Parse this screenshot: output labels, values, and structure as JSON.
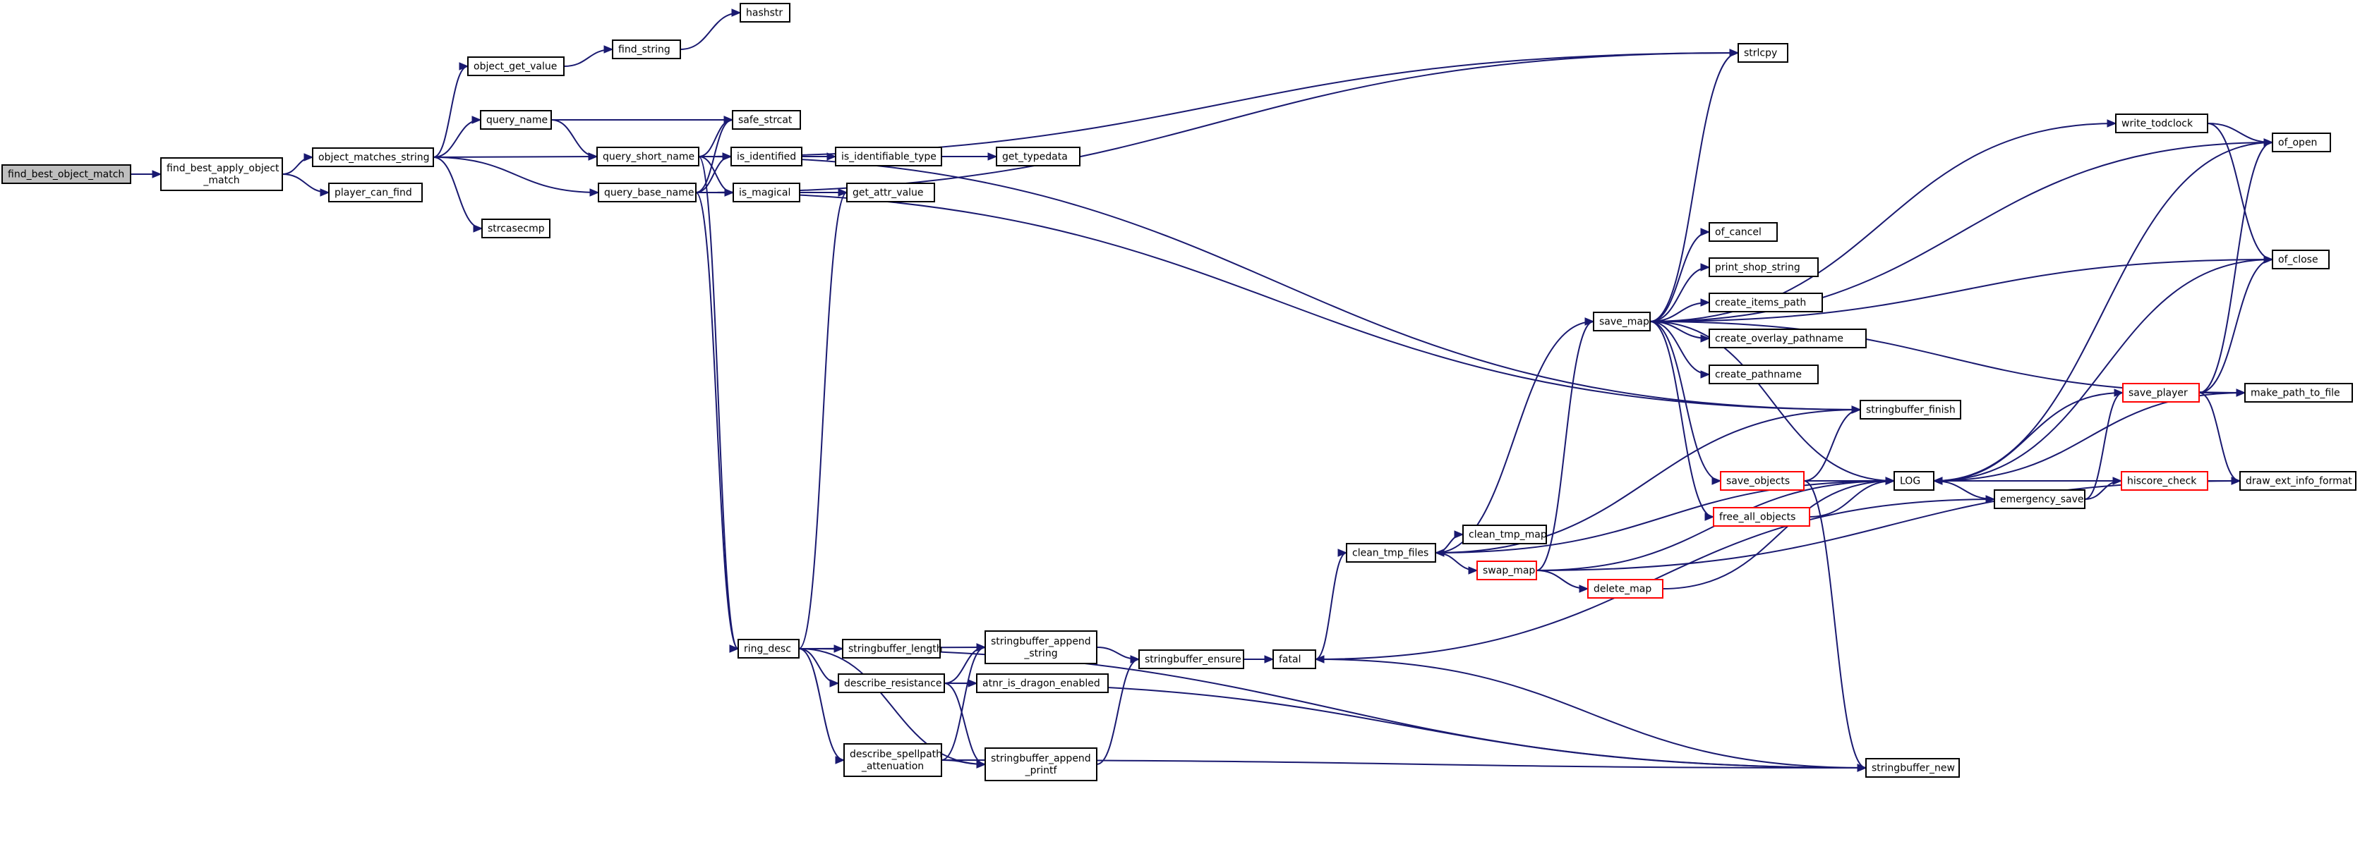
{
  "colors": {
    "edge": "#191970",
    "node_border": "#000000",
    "truncated_node_border": "#ff0000",
    "root_fill": "#bfbfbf",
    "node_fill": "#ffffff"
  },
  "nodes": [
    {
      "id": "root",
      "lines": [
        "find_best_object_match"
      ],
      "root": true
    },
    {
      "id": "fbaom",
      "lines": [
        "find_best_apply_object",
        "_match"
      ]
    },
    {
      "id": "oms",
      "lines": [
        "object_matches_string"
      ]
    },
    {
      "id": "pcf",
      "lines": [
        "player_can_find"
      ]
    },
    {
      "id": "ogv",
      "lines": [
        "object_get_value"
      ]
    },
    {
      "id": "fstr",
      "lines": [
        "find_string"
      ]
    },
    {
      "id": "hashstr",
      "lines": [
        "hashstr"
      ]
    },
    {
      "id": "qname",
      "lines": [
        "query_name"
      ]
    },
    {
      "id": "qsname",
      "lines": [
        "query_short_name"
      ]
    },
    {
      "id": "qbname",
      "lines": [
        "query_base_name"
      ]
    },
    {
      "id": "strcasecmp",
      "lines": [
        "strcasecmp"
      ]
    },
    {
      "id": "strlcpy",
      "lines": [
        "strlcpy"
      ]
    },
    {
      "id": "safestrcat",
      "lines": [
        "safe_strcat"
      ]
    },
    {
      "id": "isident",
      "lines": [
        "is_identified"
      ]
    },
    {
      "id": "isidtype",
      "lines": [
        "is_identifiable_type"
      ]
    },
    {
      "id": "gettypedata",
      "lines": [
        "get_typedata"
      ]
    },
    {
      "id": "ismagical",
      "lines": [
        "is_magical"
      ]
    },
    {
      "id": "getattr",
      "lines": [
        "get_attr_value"
      ]
    },
    {
      "id": "ringdesc",
      "lines": [
        "ring_desc"
      ]
    },
    {
      "id": "sblen",
      "lines": [
        "stringbuffer_length"
      ]
    },
    {
      "id": "sbappstr",
      "lines": [
        "stringbuffer_append",
        "_string"
      ]
    },
    {
      "id": "descres",
      "lines": [
        "describe_resistance"
      ]
    },
    {
      "id": "atnr",
      "lines": [
        "atnr_is_dragon_enabled"
      ]
    },
    {
      "id": "descsp",
      "lines": [
        "describe_spellpath",
        "_attenuation"
      ]
    },
    {
      "id": "sbappprintf",
      "lines": [
        "stringbuffer_append",
        "_printf"
      ]
    },
    {
      "id": "sbensure",
      "lines": [
        "stringbuffer_ensure"
      ]
    },
    {
      "id": "fatal",
      "lines": [
        "fatal"
      ]
    },
    {
      "id": "cleantmp",
      "lines": [
        "clean_tmp_files"
      ]
    },
    {
      "id": "cleantmpmap",
      "lines": [
        "clean_tmp_map"
      ]
    },
    {
      "id": "swapmap",
      "lines": [
        "swap_map"
      ],
      "truncated": true
    },
    {
      "id": "deletemap",
      "lines": [
        "delete_map"
      ],
      "truncated": true
    },
    {
      "id": "savemap",
      "lines": [
        "save_map"
      ]
    },
    {
      "id": "ofcancel",
      "lines": [
        "of_cancel"
      ]
    },
    {
      "id": "printshop",
      "lines": [
        "print_shop_string"
      ]
    },
    {
      "id": "createitems",
      "lines": [
        "create_items_path"
      ]
    },
    {
      "id": "createoverlay",
      "lines": [
        "create_overlay_pathname"
      ]
    },
    {
      "id": "createpath",
      "lines": [
        "create_pathname"
      ]
    },
    {
      "id": "sbfinish",
      "lines": [
        "stringbuffer_finish"
      ]
    },
    {
      "id": "saveobjects",
      "lines": [
        "save_objects"
      ],
      "truncated": true
    },
    {
      "id": "freeall",
      "lines": [
        "free_all_objects"
      ],
      "truncated": true
    },
    {
      "id": "sbnew",
      "lines": [
        "stringbuffer_new"
      ]
    },
    {
      "id": "log",
      "lines": [
        "LOG"
      ]
    },
    {
      "id": "emergency",
      "lines": [
        "emergency_save"
      ]
    },
    {
      "id": "saveplayer",
      "lines": [
        "save_player"
      ],
      "truncated": true
    },
    {
      "id": "hiscore",
      "lines": [
        "hiscore_check"
      ],
      "truncated": true
    },
    {
      "id": "drawext",
      "lines": [
        "draw_ext_info_format"
      ]
    },
    {
      "id": "makepath",
      "lines": [
        "make_path_to_file"
      ]
    },
    {
      "id": "writetod",
      "lines": [
        "write_todclock"
      ]
    },
    {
      "id": "ofopen",
      "lines": [
        "of_open"
      ]
    },
    {
      "id": "ofclose",
      "lines": [
        "of_close"
      ]
    }
  ],
  "edges": [
    {
      "from": "root",
      "to": "fbaom"
    },
    {
      "from": "fbaom",
      "to": "oms"
    },
    {
      "from": "fbaom",
      "to": "pcf"
    },
    {
      "from": "oms",
      "to": "ogv"
    },
    {
      "from": "oms",
      "to": "qname"
    },
    {
      "from": "oms",
      "to": "qsname"
    },
    {
      "from": "oms",
      "to": "qbname"
    },
    {
      "from": "oms",
      "to": "strcasecmp"
    },
    {
      "from": "ogv",
      "to": "fstr"
    },
    {
      "from": "fstr",
      "to": "hashstr"
    },
    {
      "from": "qname",
      "to": "safestrcat"
    },
    {
      "from": "qname",
      "to": "qsname"
    },
    {
      "from": "qsname",
      "to": "strlcpy"
    },
    {
      "from": "qsname",
      "to": "sbfinish"
    },
    {
      "from": "qsname",
      "to": "safestrcat"
    },
    {
      "from": "qsname",
      "to": "isident"
    },
    {
      "from": "qsname",
      "to": "ismagical"
    },
    {
      "from": "qsname",
      "to": "ringdesc"
    },
    {
      "from": "qbname",
      "to": "strlcpy"
    },
    {
      "from": "qbname",
      "to": "safestrcat"
    },
    {
      "from": "qbname",
      "to": "isident"
    },
    {
      "from": "qbname",
      "to": "ismagical"
    },
    {
      "from": "qbname",
      "to": "sbfinish"
    },
    {
      "from": "qbname",
      "to": "ringdesc"
    },
    {
      "from": "isident",
      "to": "isidtype"
    },
    {
      "from": "isidtype",
      "to": "gettypedata"
    },
    {
      "from": "ismagical",
      "to": "getattr"
    },
    {
      "from": "ringdesc",
      "to": "getattr"
    },
    {
      "from": "ringdesc",
      "to": "sbappstr"
    },
    {
      "from": "ringdesc",
      "to": "sblen"
    },
    {
      "from": "ringdesc",
      "to": "descres"
    },
    {
      "from": "ringdesc",
      "to": "sbappprintf"
    },
    {
      "from": "ringdesc",
      "to": "descsp"
    },
    {
      "from": "ringdesc",
      "to": "sbnew"
    },
    {
      "from": "descres",
      "to": "sbappstr"
    },
    {
      "from": "descres",
      "to": "atnr"
    },
    {
      "from": "descres",
      "to": "sbappprintf"
    },
    {
      "from": "descres",
      "to": "sbnew"
    },
    {
      "from": "descsp",
      "to": "sbappstr"
    },
    {
      "from": "descsp",
      "to": "sbappprintf"
    },
    {
      "from": "descsp",
      "to": "sbnew"
    },
    {
      "from": "sbappstr",
      "to": "sbensure"
    },
    {
      "from": "sbappprintf",
      "to": "sbensure"
    },
    {
      "from": "sbensure",
      "to": "fatal"
    },
    {
      "from": "fatal",
      "to": "cleantmp"
    },
    {
      "from": "fatal",
      "to": "emergency"
    },
    {
      "from": "cleantmp",
      "to": "cleantmpmap"
    },
    {
      "from": "cleantmp",
      "to": "swapmap"
    },
    {
      "from": "cleantmp",
      "to": "savemap"
    },
    {
      "from": "cleantmp",
      "to": "sbfinish"
    },
    {
      "from": "swapmap",
      "to": "savemap"
    },
    {
      "from": "swapmap",
      "to": "deletemap"
    },
    {
      "from": "swapmap",
      "to": "log"
    },
    {
      "from": "swapmap",
      "to": "drawext"
    },
    {
      "from": "deletemap",
      "to": "log"
    },
    {
      "from": "savemap",
      "to": "strlcpy"
    },
    {
      "from": "savemap",
      "to": "ofopen"
    },
    {
      "from": "savemap",
      "to": "ofcancel"
    },
    {
      "from": "savemap",
      "to": "printshop"
    },
    {
      "from": "savemap",
      "to": "createitems"
    },
    {
      "from": "savemap",
      "to": "createoverlay"
    },
    {
      "from": "savemap",
      "to": "createpath"
    },
    {
      "from": "savemap",
      "to": "saveobjects"
    },
    {
      "from": "savemap",
      "to": "freeall"
    },
    {
      "from": "savemap",
      "to": "log"
    },
    {
      "from": "savemap",
      "to": "ofclose"
    },
    {
      "from": "savemap",
      "to": "makepath"
    },
    {
      "from": "saveobjects",
      "to": "sbfinish"
    },
    {
      "from": "saveobjects",
      "to": "sbnew"
    },
    {
      "from": "saveobjects",
      "to": "log"
    },
    {
      "from": "freeall",
      "to": "log"
    },
    {
      "from": "sbnew",
      "to": "fatal"
    },
    {
      "from": "log",
      "to": "emergency"
    },
    {
      "from": "log",
      "to": "ofopen"
    },
    {
      "from": "log",
      "to": "ofclose"
    },
    {
      "from": "log",
      "to": "cleantmp"
    },
    {
      "from": "emergency",
      "to": "saveplayer"
    },
    {
      "from": "emergency",
      "to": "hiscore"
    },
    {
      "from": "saveplayer",
      "to": "ofopen"
    },
    {
      "from": "saveplayer",
      "to": "ofclose"
    },
    {
      "from": "saveplayer",
      "to": "makepath"
    },
    {
      "from": "saveplayer",
      "to": "drawext"
    },
    {
      "from": "saveplayer",
      "to": "log"
    },
    {
      "from": "hiscore",
      "to": "drawext"
    },
    {
      "from": "hiscore",
      "to": "log"
    },
    {
      "from": "makepath",
      "to": "log"
    },
    {
      "from": "writetod",
      "to": "ofopen"
    },
    {
      "from": "writetod",
      "to": "ofclose"
    },
    {
      "from": "savemap",
      "to": "writetod"
    }
  ]
}
